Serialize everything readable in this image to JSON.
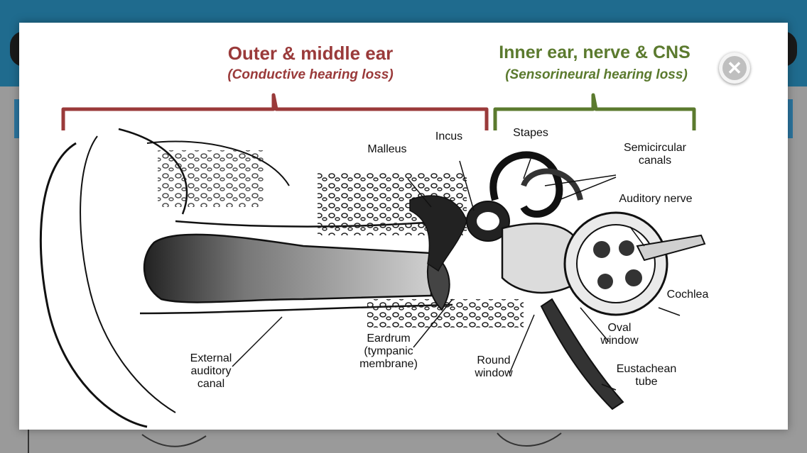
{
  "brackets": {
    "outer": {
      "title": "Outer & middle ear",
      "subtitle": "(Conductive hearing loss)",
      "color": "#9a3a3a"
    },
    "inner": {
      "title": "Inner ear, nerve & CNS",
      "subtitle": "(Sensorineural hearing loss)",
      "color": "#5b7a2e"
    }
  },
  "labels": {
    "malleus": "Malleus",
    "incus": "Incus",
    "stapes": "Stapes",
    "semicircular": "Semicircular\ncanals",
    "auditory_nerve": "Auditory nerve",
    "cochlea": "Cochlea",
    "oval_window": "Oval\nwindow",
    "eustachian": "Eustachean\ntube",
    "round_window": "Round\nwindow",
    "eardrum": "Eardrum\n(tympanic\nmembrane)",
    "ear_canal": "External\nauditory\ncanal"
  },
  "icons": {
    "close": "close-icon"
  },
  "colors": {
    "topbar": "#1f6b8e",
    "modal": "#ffffff"
  }
}
